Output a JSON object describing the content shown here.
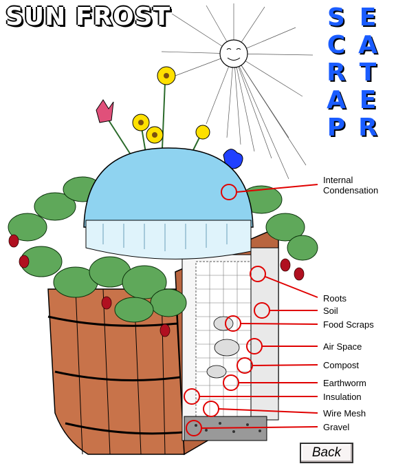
{
  "title": "SUN FROST",
  "scrap_letters": [
    "S",
    "C",
    "R",
    "A",
    "P"
  ],
  "eater_letters": [
    "E",
    "A",
    "T",
    "E",
    "R"
  ],
  "labels": {
    "internal_condensation_1": "Internal",
    "internal_condensation_2": "Condensation",
    "roots": "Roots",
    "soil": "Soil",
    "food_scraps": "Food Scraps",
    "air_space": "Air Space",
    "compost": "Compost",
    "earthworm": "Earthworm",
    "insulation": "Insulation",
    "wire_mesh": "Wire Mesh",
    "gravel": "Gravel"
  },
  "back_label": "Back",
  "colors": {
    "callout": "#e00000",
    "dome": "#8fd3f0",
    "barrel": "#c8734a",
    "leaf": "#5fa85a",
    "title_blue": "#1a5cff"
  }
}
